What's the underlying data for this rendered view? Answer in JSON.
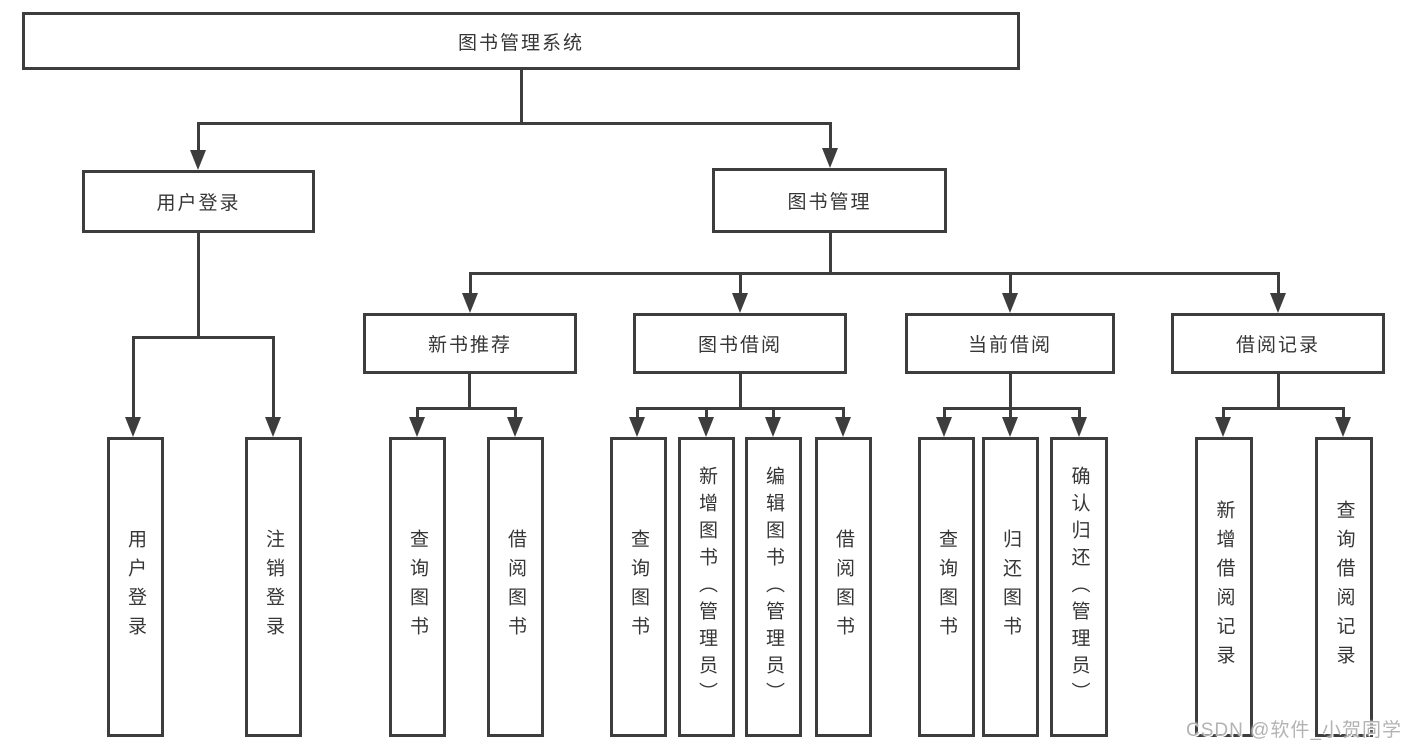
{
  "diagram_title": "图书管理系统",
  "watermark": "CSDN @软件_小贺同学",
  "colors": {
    "line": "#3d3d3d",
    "border": "#3d3d3d",
    "text": "#363636",
    "background": "#ffffff",
    "watermark": "#b3b3b3"
  },
  "tree": {
    "label": "图书管理系统",
    "children": [
      {
        "label": "用户登录",
        "children": [
          {
            "label": "用户登录"
          },
          {
            "label": "注销登录"
          }
        ]
      },
      {
        "label": "图书管理",
        "children": [
          {
            "label": "新书推荐",
            "children": [
              {
                "label": "查询图书"
              },
              {
                "label": "借阅图书"
              }
            ]
          },
          {
            "label": "图书借阅",
            "children": [
              {
                "label": "查询图书"
              },
              {
                "label": "新增图书（管理员）"
              },
              {
                "label": "编辑图书（管理员）"
              },
              {
                "label": "借阅图书"
              }
            ]
          },
          {
            "label": "当前借阅",
            "children": [
              {
                "label": "查询图书"
              },
              {
                "label": "归还图书"
              },
              {
                "label": "确认归还（管理员）"
              }
            ]
          },
          {
            "label": "借阅记录",
            "children": [
              {
                "label": "新增借阅记录"
              },
              {
                "label": "查询借阅记录"
              }
            ]
          }
        ]
      }
    ]
  }
}
